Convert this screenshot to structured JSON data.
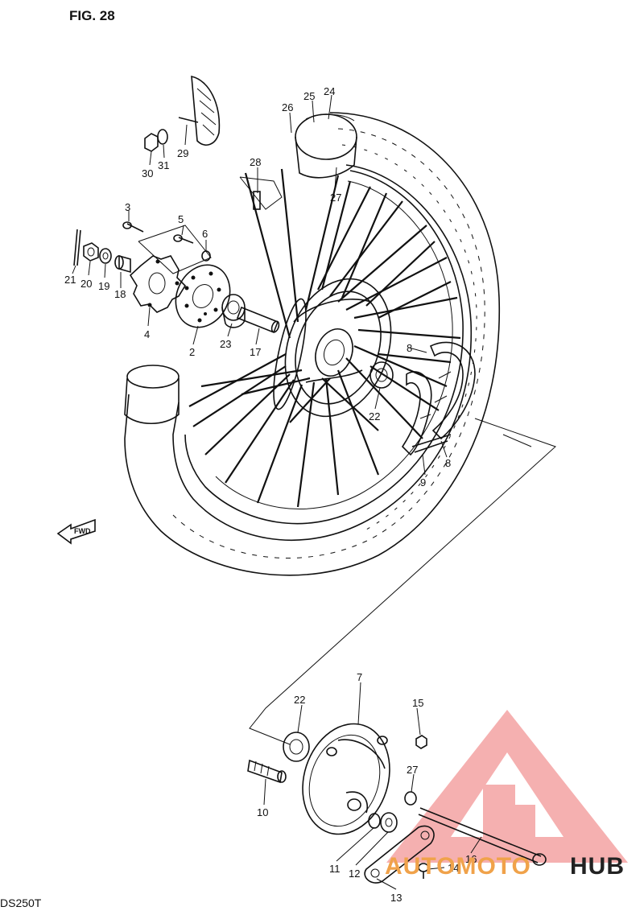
{
  "figure": {
    "title": "FIG. 28",
    "model": "DS250T"
  },
  "fwd_label": "FWD",
  "watermark": {
    "text_a": "AUTOMOTO",
    "text_b": "HUB",
    "color_a": "#f0a24a",
    "color_b": "#222222",
    "logo_color": "#f4a3a3"
  },
  "callouts": {
    "c2": "2",
    "c3": "3",
    "c4": "4",
    "c5": "5",
    "c6": "6",
    "c7": "7",
    "c8a": "8",
    "c8b": "8",
    "c9": "9",
    "c10": "10",
    "c11": "11",
    "c12": "12",
    "c13": "13",
    "c14": "14",
    "c15": "15",
    "c16": "16",
    "c17": "17",
    "c18": "18",
    "c19": "19",
    "c20": "20",
    "c21": "21",
    "c22a": "22",
    "c22b": "22",
    "c23": "23",
    "c24": "24",
    "c25": "25",
    "c26": "26",
    "c27a": "27",
    "c27b": "27",
    "c28": "28",
    "c29": "29",
    "c30": "30",
    "c31": "31"
  }
}
